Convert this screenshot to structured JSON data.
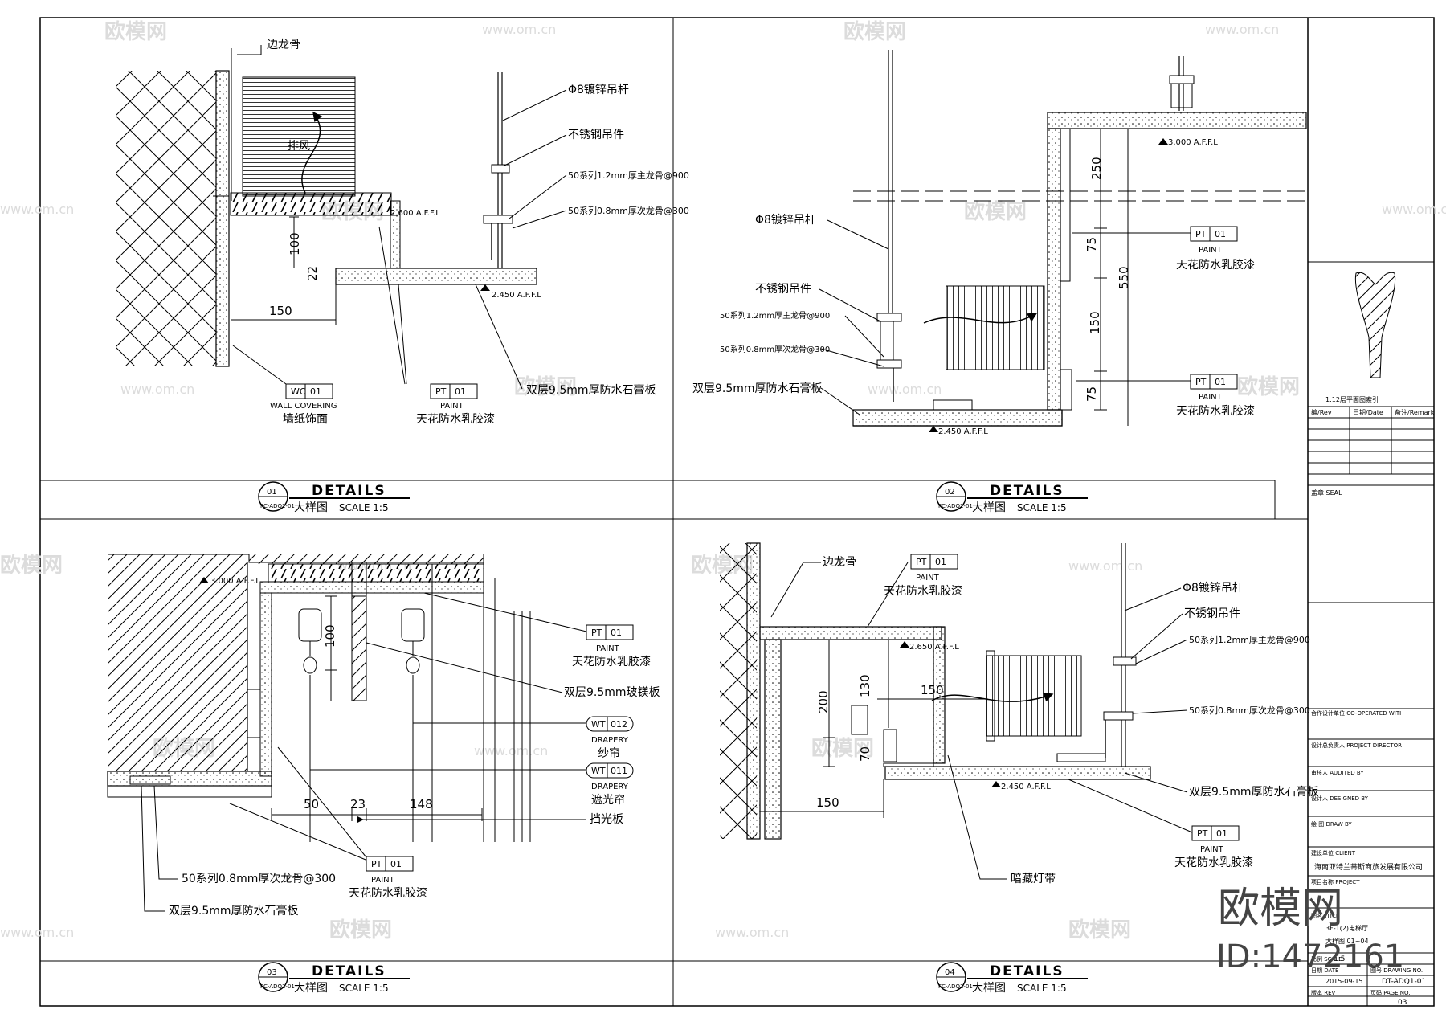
{
  "colors": {
    "line": "#000000",
    "watermark": "#dcdcdc",
    "background": "#ffffff"
  },
  "watermarks": {
    "brand": "欧模网",
    "url": "www.om.cn",
    "big_brand": "欧模网",
    "id": "ID:1472161"
  },
  "details": [
    {
      "num": "01",
      "title": "DETAILS",
      "subtitle": "大样图",
      "scale": "SCALE 1:5",
      "ref": "FC-ADQ1-01"
    },
    {
      "num": "02",
      "title": "DETAILS",
      "subtitle": "大样图",
      "scale": "SCALE 1:5",
      "ref": "FC-ADQ1-01"
    },
    {
      "num": "03",
      "title": "DETAILS",
      "subtitle": "大样图",
      "scale": "SCALE 1:5",
      "ref": "FC-ADQ1-01"
    },
    {
      "num": "04",
      "title": "DETAILS",
      "subtitle": "大样图",
      "scale": "SCALE 1:5",
      "ref": "FC-ADQ1-01"
    }
  ],
  "d1": {
    "edge_keel": "边龙骨",
    "rod": "Φ8镀锌吊杆",
    "hanger": "不锈钢吊件",
    "main_keel": "50系列1.2mm厚主龙骨@900",
    "sub_keel": "50系列0.8mm厚次龙骨@300",
    "board": "双层9.5mm厚防水石膏板",
    "exhaust": "排风",
    "elev1": "2.600 A.F.F.L",
    "elev2": "2.450 A.F.F.L",
    "dim_100": "100",
    "dim_22": "22",
    "dim_150": "150",
    "wc_tag": "WC",
    "wc_num": "01",
    "wc_en": "WALL COVERING",
    "wc_cn": "墙纸饰面",
    "pt_tag": "PT",
    "pt_num": "01",
    "pt_en": "PAINT",
    "pt_cn": "天花防水乳胶漆"
  },
  "d2": {
    "rod": "Φ8镀锌吊杆",
    "hanger": "不锈钢吊件",
    "main_keel": "50系列1.2mm厚主龙骨@900",
    "sub_keel": "50系列0.8mm厚次龙骨@300",
    "board": "双层9.5mm厚防水石膏板",
    "elev1": "3.000 A.F.F.L",
    "elev2": "2.450 A.F.F.L",
    "dim_250": "250",
    "dim_75a": "75",
    "dim_150": "150",
    "dim_75b": "75",
    "dim_550": "550",
    "pt_tag": "PT",
    "pt_num": "01",
    "pt_en": "PAINT",
    "pt_cn": "天花防水乳胶漆"
  },
  "d3": {
    "elev": "3.000 A.F.F.L",
    "pt_tag": "PT",
    "pt_num": "01",
    "pt_en": "PAINT",
    "pt_cn": "天花防水乳胶漆",
    "mgo": "双层9.5mm玻镁板",
    "wt12_tag": "WT",
    "wt12_num": "012",
    "wt12_en": "DRAPERY",
    "wt12_cn": "纱帘",
    "wt11_tag": "WT",
    "wt11_num": "011",
    "wt11_en": "DRAPERY",
    "wt11_cn": "遮光帘",
    "baffle": "挡光板",
    "dim_100": "100",
    "dim_50": "50",
    "dim_23": "23",
    "dim_148": "148",
    "sub_keel": "50系列0.8mm厚次龙骨@300",
    "board": "双层9.5mm厚防水石膏板"
  },
  "d4": {
    "edge_keel": "边龙骨",
    "rod": "Φ8镀锌吊杆",
    "hanger": "不锈钢吊件",
    "main_keel": "50系列1.2mm厚主龙骨@900",
    "sub_keel": "50系列0.8mm厚次龙骨@300",
    "board": "双层9.5mm厚防水石膏板",
    "light": "暗藏灯带",
    "elev1": "2.650 A.F.F.L",
    "elev2": "2.450 A.F.F.L",
    "dim_130": "130",
    "dim_200": "200",
    "dim_70": "70",
    "dim_150a": "150",
    "dim_150b": "150",
    "pt_tag": "PT",
    "pt_num": "01",
    "pt_en": "PAINT",
    "pt_cn": "天花防水乳胶漆"
  },
  "titleblock": {
    "plan_caption": "1:12层平面图索引",
    "rev_h": "编/Rev",
    "date_h": "日期/Date",
    "remark_h": "备注/Remark",
    "seal": "盖章 SEAL",
    "co": "合作设计单位 CO-OPERATED WITH",
    "pd": "设计总负责人 PROJECT DIRECTOR",
    "aud": "审核人 AUDITED BY",
    "des": "设计人 DESIGNED BY",
    "drw": "绘 图 DRAW BY",
    "client_h": "建设单位 CLIENT",
    "client": "海南亚特兰蒂斯商旅发展有限公司",
    "project_h": "项目名称 PROJECT",
    "title_h": "图名 TITLE",
    "title_v1": "3F-1(2)电梯厅",
    "title_v2": "大样图 01~04",
    "scale_h": "比例 SCALE",
    "scale_v": "1:5",
    "date_h2": "日期 DATE",
    "date_v": "2015-09-15",
    "drw_no_h": "图号 DRAWING NO.",
    "drw_no_v": "DT-ADQ1-01",
    "rev_h2": "版本 REV",
    "page_h": "页码 PAGE NO.",
    "page_v": "03"
  }
}
